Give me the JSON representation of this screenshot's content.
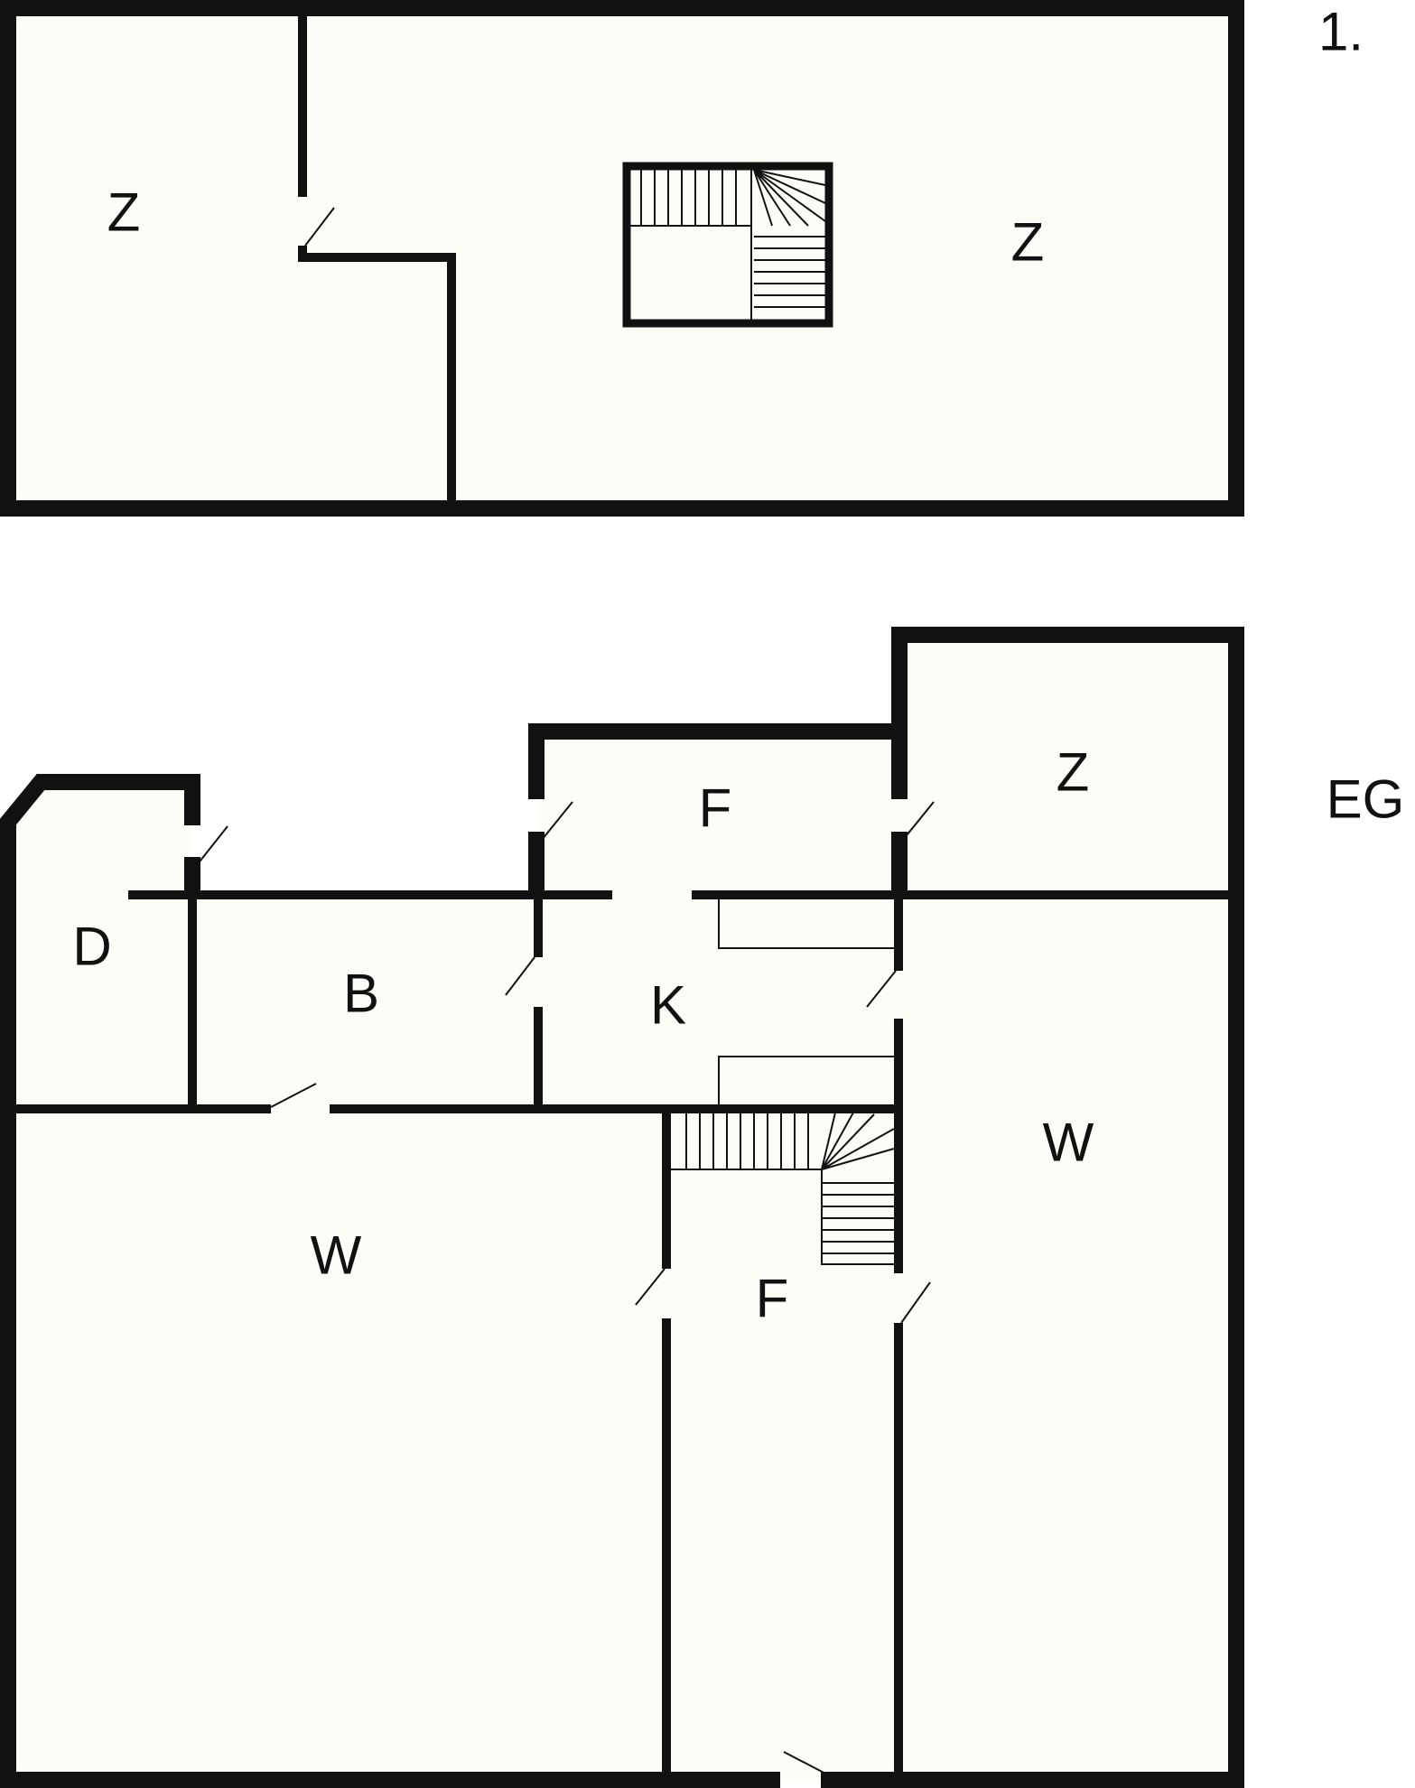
{
  "floors": [
    {
      "label": "1.",
      "rooms": [
        "Z",
        "Z"
      ]
    },
    {
      "label": "EG",
      "rooms": [
        "Z",
        "F",
        "D",
        "B",
        "K",
        "W",
        "W",
        "F"
      ]
    }
  ],
  "colors": {
    "wall": "#111111",
    "floor": "#fdfdf8",
    "background": "#ffffff"
  }
}
